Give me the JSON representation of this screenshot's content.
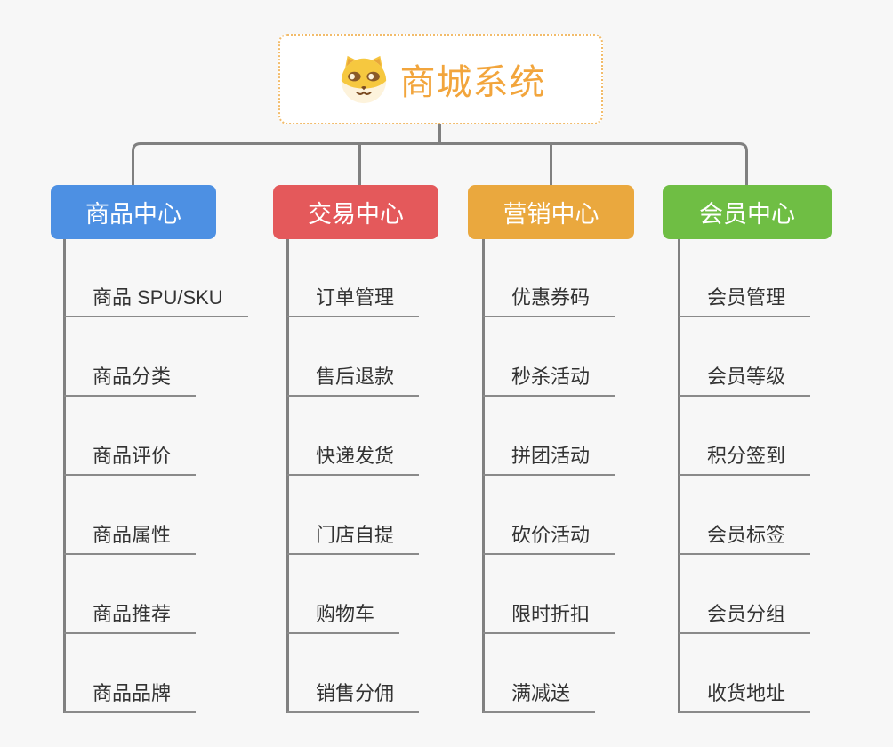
{
  "root": {
    "title": "商城系统",
    "title_color": "#F2A53C",
    "icon": "dog-face-icon"
  },
  "branches": [
    {
      "label": "商品中心",
      "color": "#4D90E3",
      "children": [
        "商品 SPU/SKU",
        "商品分类",
        "商品评价",
        "商品属性",
        "商品推荐",
        "商品品牌"
      ]
    },
    {
      "label": "交易中心",
      "color": "#E4595B",
      "children": [
        "订单管理",
        "售后退款",
        "快递发货",
        "门店自提",
        "购物车",
        "销售分佣"
      ]
    },
    {
      "label": "营销中心",
      "color": "#EAA83E",
      "children": [
        "优惠券码",
        "秒杀活动",
        "拼团活动",
        "砍价活动",
        "限时折扣",
        "满减送"
      ]
    },
    {
      "label": "会员中心",
      "color": "#6FBE44",
      "children": [
        "会员管理",
        "会员等级",
        "积分签到",
        "会员标签",
        "会员分组",
        "收货地址"
      ]
    }
  ],
  "colors": {
    "background": "#F7F7F7",
    "connector_line": "#808080",
    "topic_underline": "#8A8A8A",
    "child_text": "#333333",
    "root_border": "#F2BC6B",
    "root_fill": "#FFFFFF"
  }
}
